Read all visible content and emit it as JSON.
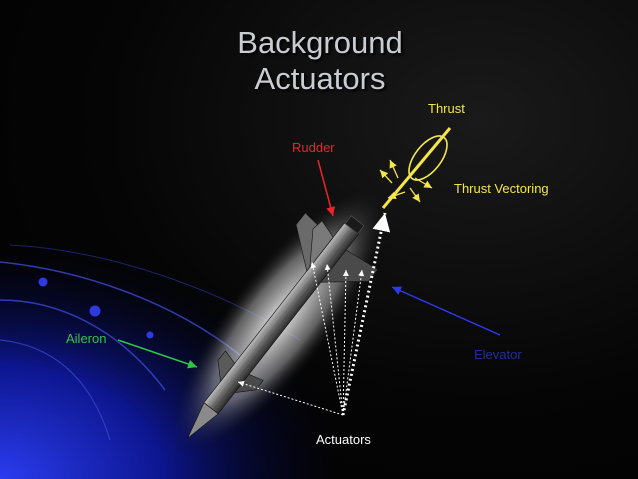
{
  "title": {
    "line1": "Background",
    "line2": "Actuators"
  },
  "labels": {
    "thrust": "Thrust",
    "thrust_vectoring": "Thrust Vectoring",
    "rudder": "Rudder",
    "aileron": "Aileron",
    "elevator": "Elevator",
    "actuators": "Actuators"
  },
  "colors": {
    "thrust": "#f4e64a",
    "rudder": "#e8252b",
    "aileron": "#2ec64a",
    "elevator": "#1f2fa3",
    "actuators": "#ffffff",
    "title": "#c9cdd3"
  }
}
